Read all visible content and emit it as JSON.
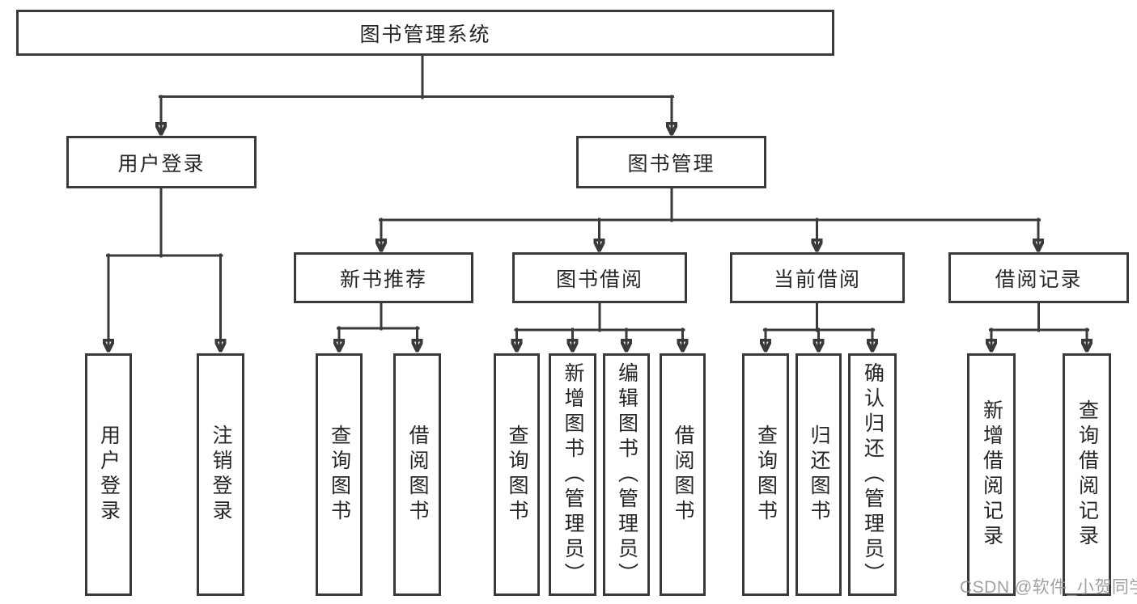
{
  "diagram": {
    "root": {
      "label": "图书管理系统"
    },
    "branches": [
      {
        "label": "用户登录",
        "children": [
          {
            "label": "用户登录"
          },
          {
            "label": "注销登录"
          }
        ]
      },
      {
        "label": "图书管理",
        "children": [
          {
            "label": "新书推荐",
            "children": [
              {
                "label": "查询图书"
              },
              {
                "label": "借阅图书"
              }
            ]
          },
          {
            "label": "图书借阅",
            "children": [
              {
                "label": "查询图书"
              },
              {
                "label": "新增图书（管理员）"
              },
              {
                "label": "编辑图书（管理员）"
              },
              {
                "label": "借阅图书"
              }
            ]
          },
          {
            "label": "当前借阅",
            "children": [
              {
                "label": "查询图书"
              },
              {
                "label": "归还图书"
              },
              {
                "label": "确认归还（管理员）"
              }
            ]
          },
          {
            "label": "借阅记录",
            "children": [
              {
                "label": "新增借阅记录"
              },
              {
                "label": "查询借阅记录"
              }
            ]
          }
        ]
      }
    ]
  },
  "watermark": {
    "text": "CSDN @软件_小贺同学"
  },
  "colors": {
    "line": "#3a3a3a",
    "box_border": "#3a3a3a",
    "text": "#262626",
    "background": "#ffffff",
    "watermark": "#949494"
  }
}
